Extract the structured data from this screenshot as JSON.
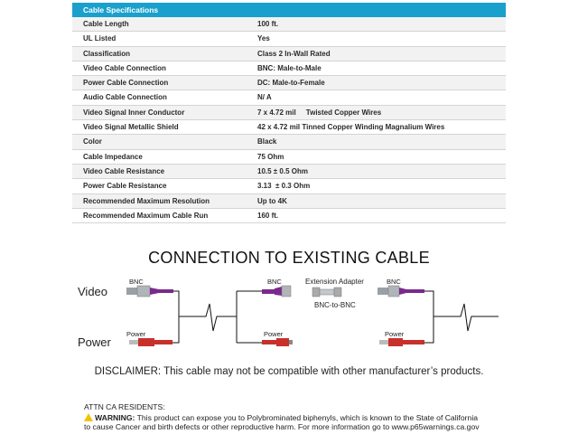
{
  "table": {
    "header": "Cable Specifications",
    "rows": [
      {
        "label": "Cable Length",
        "value": "100 ft."
      },
      {
        "label": "UL Listed",
        "value": "Yes"
      },
      {
        "label": "Classification",
        "value": "Class 2 In-Wall Rated"
      },
      {
        "label": "Video Cable Connection",
        "value": "BNC: Male-to-Male"
      },
      {
        "label": "Power Cable Connection",
        "value": "DC: Male-to-Female"
      },
      {
        "label": "Audio Cable Connection",
        "value": "N/ A"
      },
      {
        "label": "Video Signal Inner Conductor",
        "value": "7 x 4.72 mil     Twisted Copper Wires"
      },
      {
        "label": "Video Signal Metallic Shield",
        "value": "42 x 4.72 mil Tinned Copper Winding Magnalium Wires"
      },
      {
        "label": "Color",
        "value": "Black"
      },
      {
        "label": "Cable Impedance",
        "value": "75 Ohm"
      },
      {
        "label": "Video Cable Resistance",
        "value": "10.5 ± 0.5 Ohm"
      },
      {
        "label": "Power Cable Resistance",
        "value": "3.13  ± 0.3 Ohm"
      },
      {
        "label": "Recommended Maximum Resolution",
        "value": "Up to 4K"
      },
      {
        "label": "Recommended Maximum Cable Run",
        "value": "160 ft."
      }
    ]
  },
  "diagram": {
    "title": "CONNECTION TO EXISTING CABLE",
    "video_label": "Video",
    "power_label": "Power",
    "bnc_label": "BNC",
    "power_small_label": "Power",
    "extension_adapter_label": "Extension Adapter",
    "bnc_to_bnc_label": "BNC-to-BNC"
  },
  "disclaimer": "DISCLAIMER: This cable may not be compatible with other manufacturer’s products.",
  "notice": {
    "heading": "ATTN CA RESIDENTS:",
    "warning_label": "WARNING:",
    "line1": " This product can expose you to Polybrominated biphenyls, which is known to the State of California",
    "line2": "to cause Cancer and birth defects or other reproductive harm. For more information go to www.p65warnings.ca.gov"
  },
  "colors": {
    "header_blue": "#1aa0cc",
    "bnc_purple": "#7a2a8c",
    "power_red": "#c8302c"
  }
}
